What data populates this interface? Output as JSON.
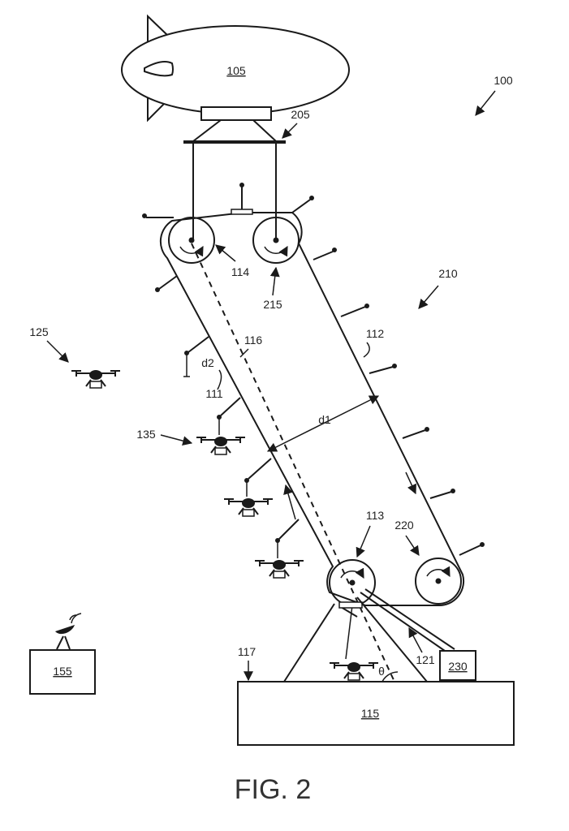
{
  "figure": {
    "caption": "FIG. 2",
    "labels": {
      "system": "100",
      "airship": "105",
      "suspension": "205",
      "frame": "210",
      "pulley_top_left": "114",
      "pulley_top_right": "215",
      "belt_left": "111",
      "belt_right": "112",
      "centerline": "116",
      "pulley_bottom_left": "113",
      "pulley_bottom_right": "220",
      "drone_free": "125",
      "drone_attached": "135",
      "width_d1": "d1",
      "spacing_d2": "d2",
      "tether": "121",
      "winch_box": "230",
      "ground_ref": "117",
      "base_station": "115",
      "remote_station": "155",
      "angle": "θ"
    }
  }
}
